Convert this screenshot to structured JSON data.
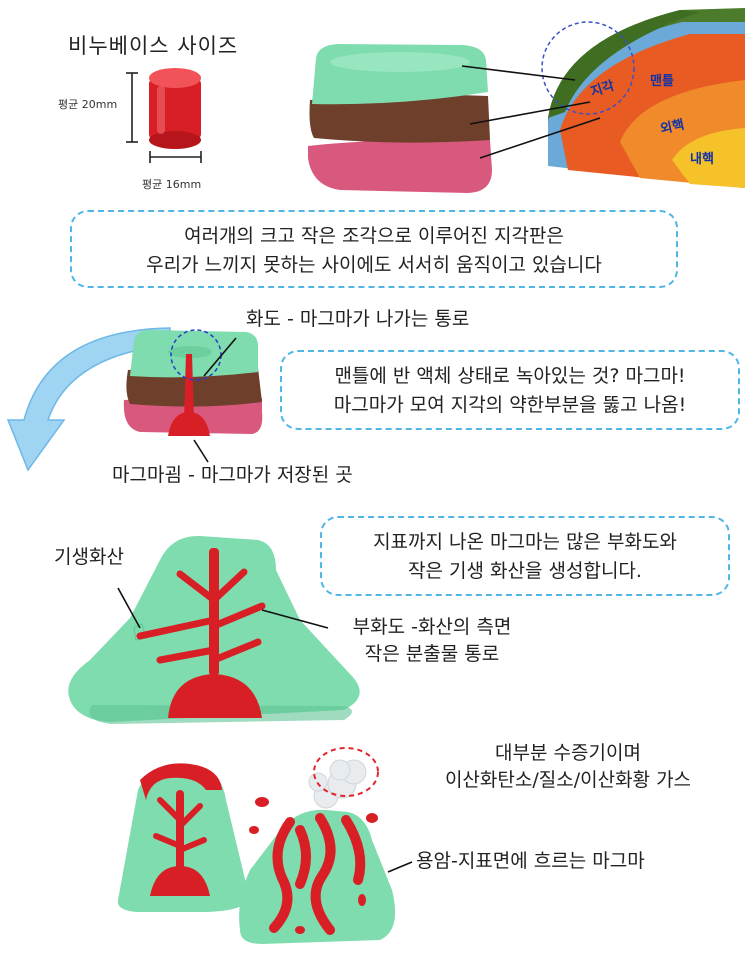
{
  "section1": {
    "title": "비누베이스 사이즈",
    "height_label": "평균 20mm",
    "width_label": "평균 16mm",
    "layers": {
      "crust": "지각",
      "mantle": "맨틀",
      "outer_core": "외핵",
      "inner_core": "내핵"
    }
  },
  "callout1": {
    "line1": "여러개의 크고 작은 조각으로 이루어진 지각판은",
    "line2": "우리가 느끼지 못하는 사이에도 서서히 움직이고 있습니다"
  },
  "section2": {
    "vent_label": "화도 - 마그마가 나가는 통로",
    "chamber_label": "마그마굄 - 마그마가 저장된 곳"
  },
  "callout2": {
    "line1": "맨틀에 반 액체 상태로 녹아있는 것? 마그마!",
    "line2": "마그마가 모여 지각의 약한부분을 뚫고 나옴!"
  },
  "section3": {
    "parasitic_label": "기생화산",
    "side_vent_line1": "부화도 -화산의 측면",
    "side_vent_line2": "작은 분출물 통로"
  },
  "callout3": {
    "line1": "지표까지 나온 마그마는 많은 부화도와",
    "line2": "작은 기생 화산을 생성합니다."
  },
  "section4": {
    "gas_line1": "대부분 수증기이며",
    "gas_line2": "이산화탄소/질소/이산화황 가스",
    "lava_label": "용암-지표면에 흐르는 마그마"
  },
  "colors": {
    "mint": "#7fdcaf",
    "brown": "#6e3f2a",
    "pink": "#d9587e",
    "red": "#d91f26",
    "accent_blue": "#4fb6e6",
    "dash_red": "#e3242b"
  }
}
